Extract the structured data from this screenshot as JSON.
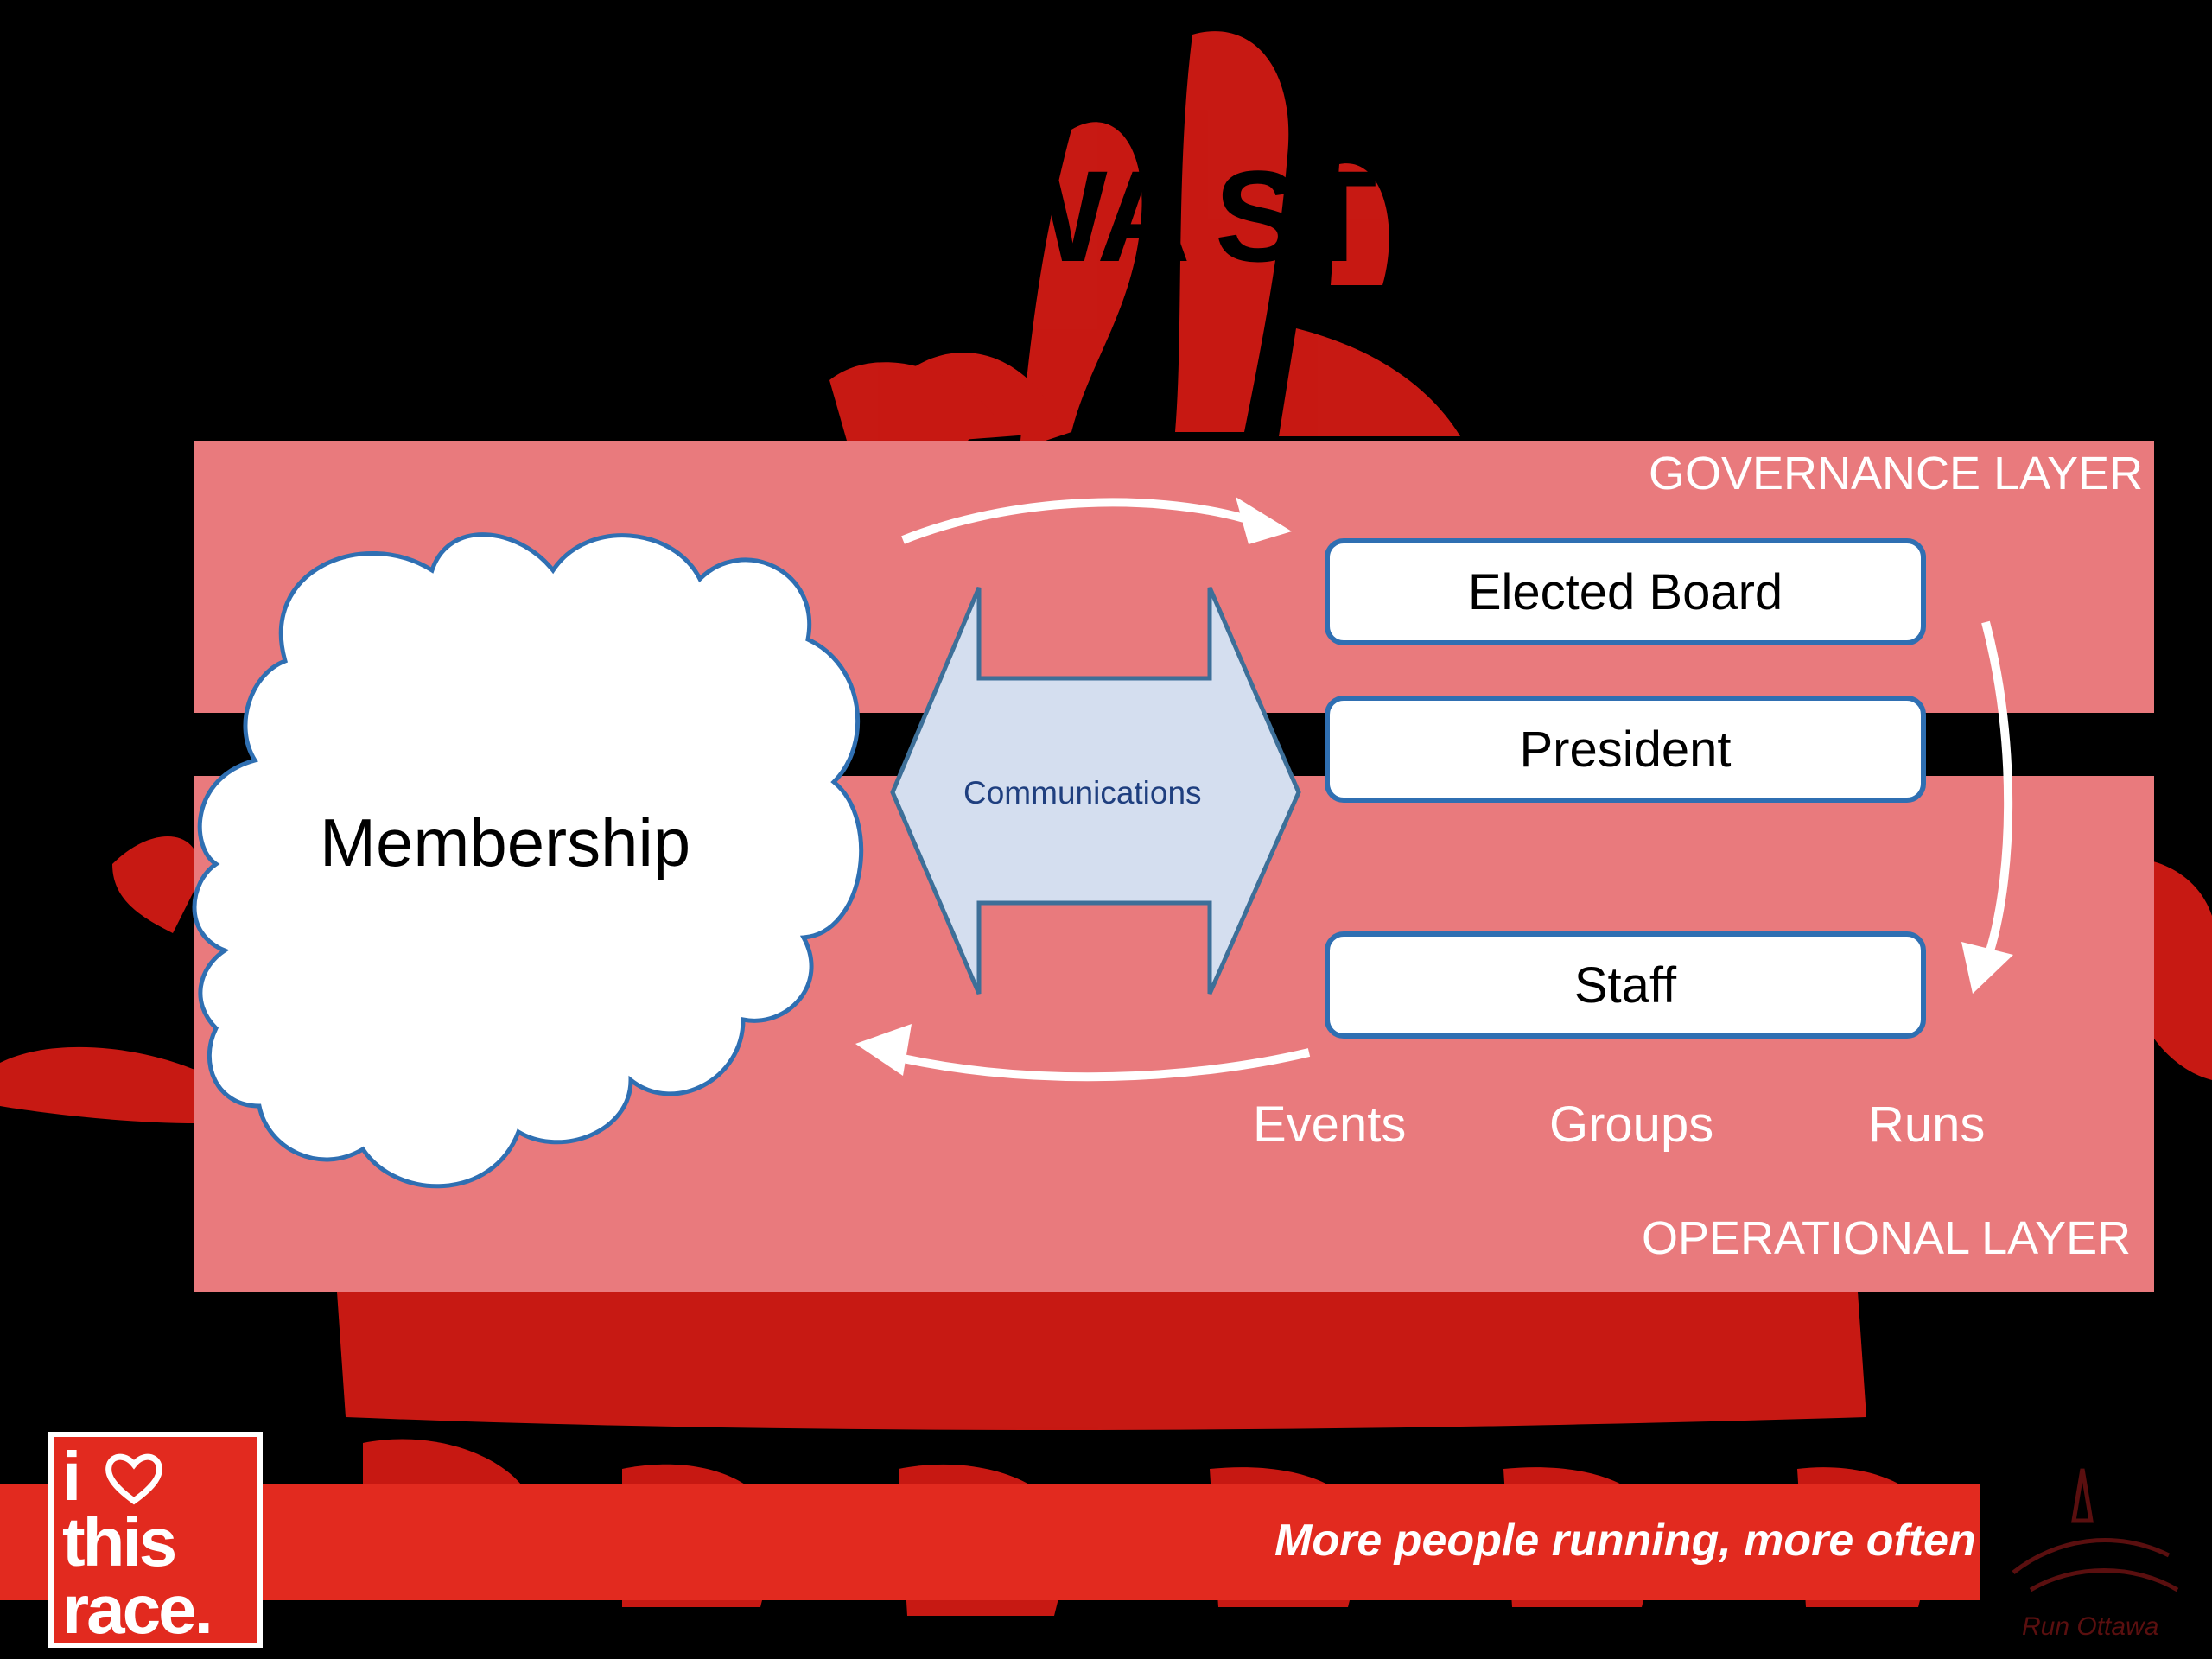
{
  "slide": {
    "title": "WA ST",
    "governance_label": "GOVERNANCE LAYER",
    "operational_label": "OPERATIONAL LAYER",
    "membership_label": "Membership",
    "communications_label": "Communications",
    "roles": {
      "elected_board": "Elected Board",
      "president": "President",
      "staff": "Staff"
    },
    "sub_labels": {
      "events": "Events",
      "groups": "Groups",
      "runs": "Runs"
    },
    "tagline": "More people running, more often",
    "logo": {
      "line1": "i",
      "line2": "this",
      "line3": "race."
    },
    "corner_brand": "Run Ottawa"
  },
  "colors": {
    "background": "#000000",
    "brand_red": "#e22a1f",
    "layer_pink": "#e97a7d",
    "box_border": "#2f6fb2",
    "communications_fill": "#d4deef"
  }
}
